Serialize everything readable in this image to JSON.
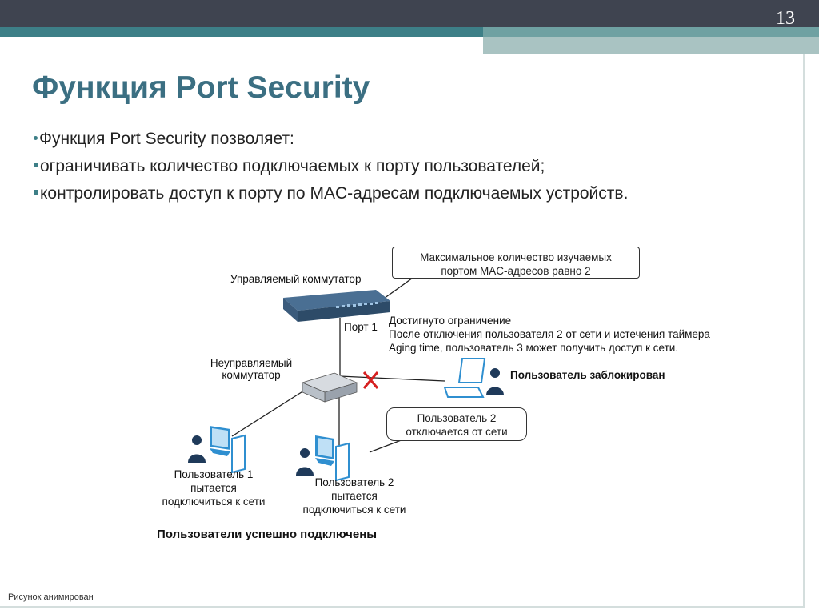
{
  "page_number": "13",
  "title": "Функция Port Security",
  "bullets": {
    "intro": "Функция Port Security позволяет:",
    "item1": "ограничивать количество подключаемых к порту пользователей;",
    "item2": "контролировать доступ к порту по MAC-адресам подключаемых устройств."
  },
  "diagram": {
    "managed_switch_label": "Управляемый коммутатор",
    "port_label": "Порт 1",
    "unmanaged_switch_line1": "Неуправляемый",
    "unmanaged_switch_line2": "коммутатор",
    "callout_max_line1": "Максимальное количество изучаемых",
    "callout_max_line2": "портом MAC-адресов равно 2",
    "limit_line1": "Достигнуто ограничение",
    "limit_line2": "После отключения пользователя 2 от сети и истечения таймера",
    "limit_line3": "Aging time, пользователь 3 может получить доступ к сети.",
    "blocked_label": "Пользователь заблокирован",
    "callout_disconnect_line1": "Пользователь 2",
    "callout_disconnect_line2": "отключается от сети",
    "user1_line1": "Пользователь 1",
    "user1_line2": "пытается",
    "user1_line3": "подключиться к сети",
    "user2_line1": "Пользователь 2",
    "user2_line2": "пытается",
    "user2_line3": "подключиться к сети",
    "success_label": "Пользователи успешно подключены"
  },
  "footnote": "Рисунок анимирован",
  "colors": {
    "title": "#3b6f82",
    "accent": "#3d7f87",
    "cross": "#d62020",
    "device": "#2f8fd0"
  }
}
